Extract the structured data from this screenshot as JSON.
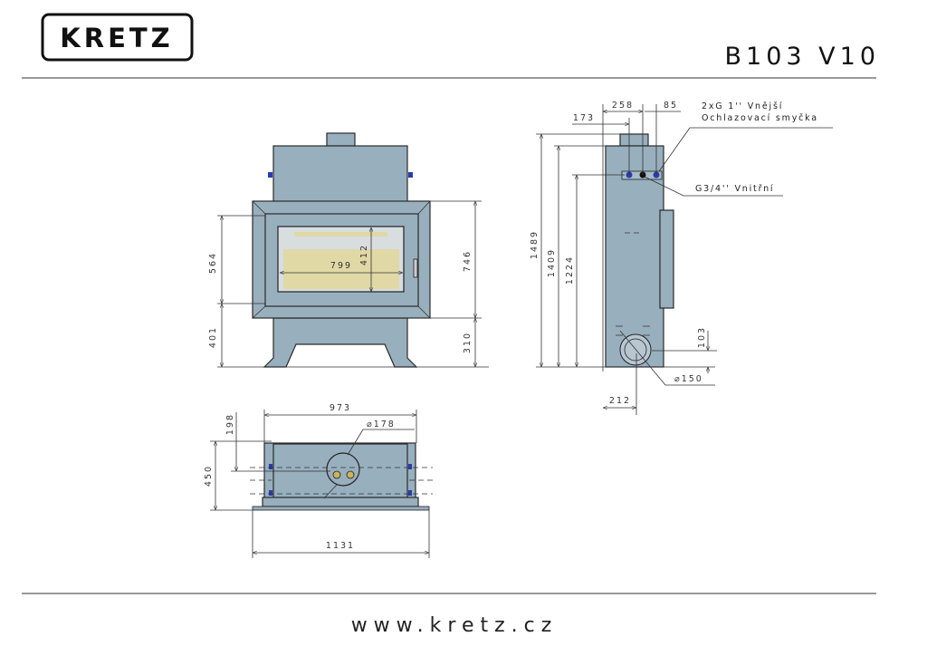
{
  "header": {
    "logo": "KRETZ",
    "model": "B103  V10"
  },
  "footer": {
    "url": "www.kretz.cz"
  },
  "colors": {
    "body": "#98afbe",
    "glass": "#e0d9a6",
    "fitting": "#2a3bb0"
  },
  "front_view": {
    "dims": {
      "width_glass": "799",
      "height_glass": "412",
      "door_height": "564",
      "bottom_to_door": "401",
      "frame_height": "746",
      "bottom_to_frame": "310"
    }
  },
  "side_view": {
    "dims": {
      "total_height": "1489",
      "body_height": "1409",
      "connection_height": "1224",
      "depth_to_flue": "258",
      "flue_to_rear": "85",
      "depth_to_outlet": "173",
      "flue_outlet_height": "103",
      "flue_diameter": "⌀150",
      "rear_to_outlet": "212"
    },
    "labels": {
      "external_connection_line1": "2xG 1'' Vnější",
      "external_connection_line2": "Ochlazovací smyčka",
      "internal_connection": "G3/4'' Vnitřní"
    }
  },
  "top_view": {
    "dims": {
      "body_width": "973",
      "flue_offset": "198",
      "depth": "450",
      "total_width": "1131",
      "flue_diameter": "⌀178"
    }
  }
}
